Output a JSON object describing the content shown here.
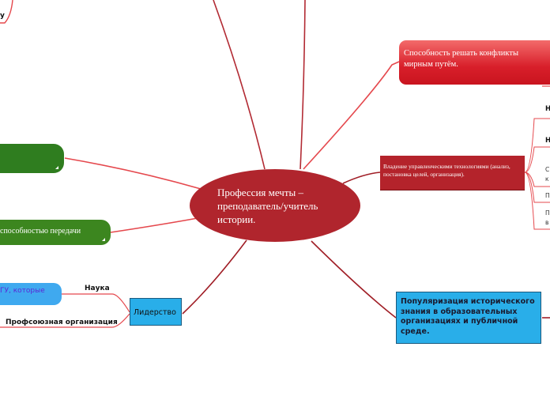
{
  "center": {
    "line1": "Профессия мечты –",
    "line2": "преподаватель/учитель",
    "line3": "истории."
  },
  "conflicts": {
    "text": "Способность решать конфликты мирным путём."
  },
  "management": {
    "text": "Владение управленческими технологиями (анализ, постановка целей, организация)."
  },
  "popularization": {
    "text": "Популяризация исторического знания в образовательных организациях и публичной среде."
  },
  "leadership": {
    "text": "Лидерство"
  },
  "leadership_children": {
    "science": "Наука",
    "union": "Профсоюзная организация"
  },
  "left_nodes": {
    "transfer_text": "способностью передачи",
    "pill_text": "ГУ, которые"
  },
  "top_left_fragment": "у",
  "right_fragments": {
    "f1": "Н",
    "f2": "Н",
    "f3": "С",
    "f4": "к",
    "f5": "П",
    "f6": "П",
    "f7": "в"
  },
  "colors": {
    "center": "#b0252d",
    "connector_red": "#e5484d",
    "connector_dark": "#a01e26",
    "accent_blue": "#29aee9",
    "accent_green": "#3c861f"
  }
}
